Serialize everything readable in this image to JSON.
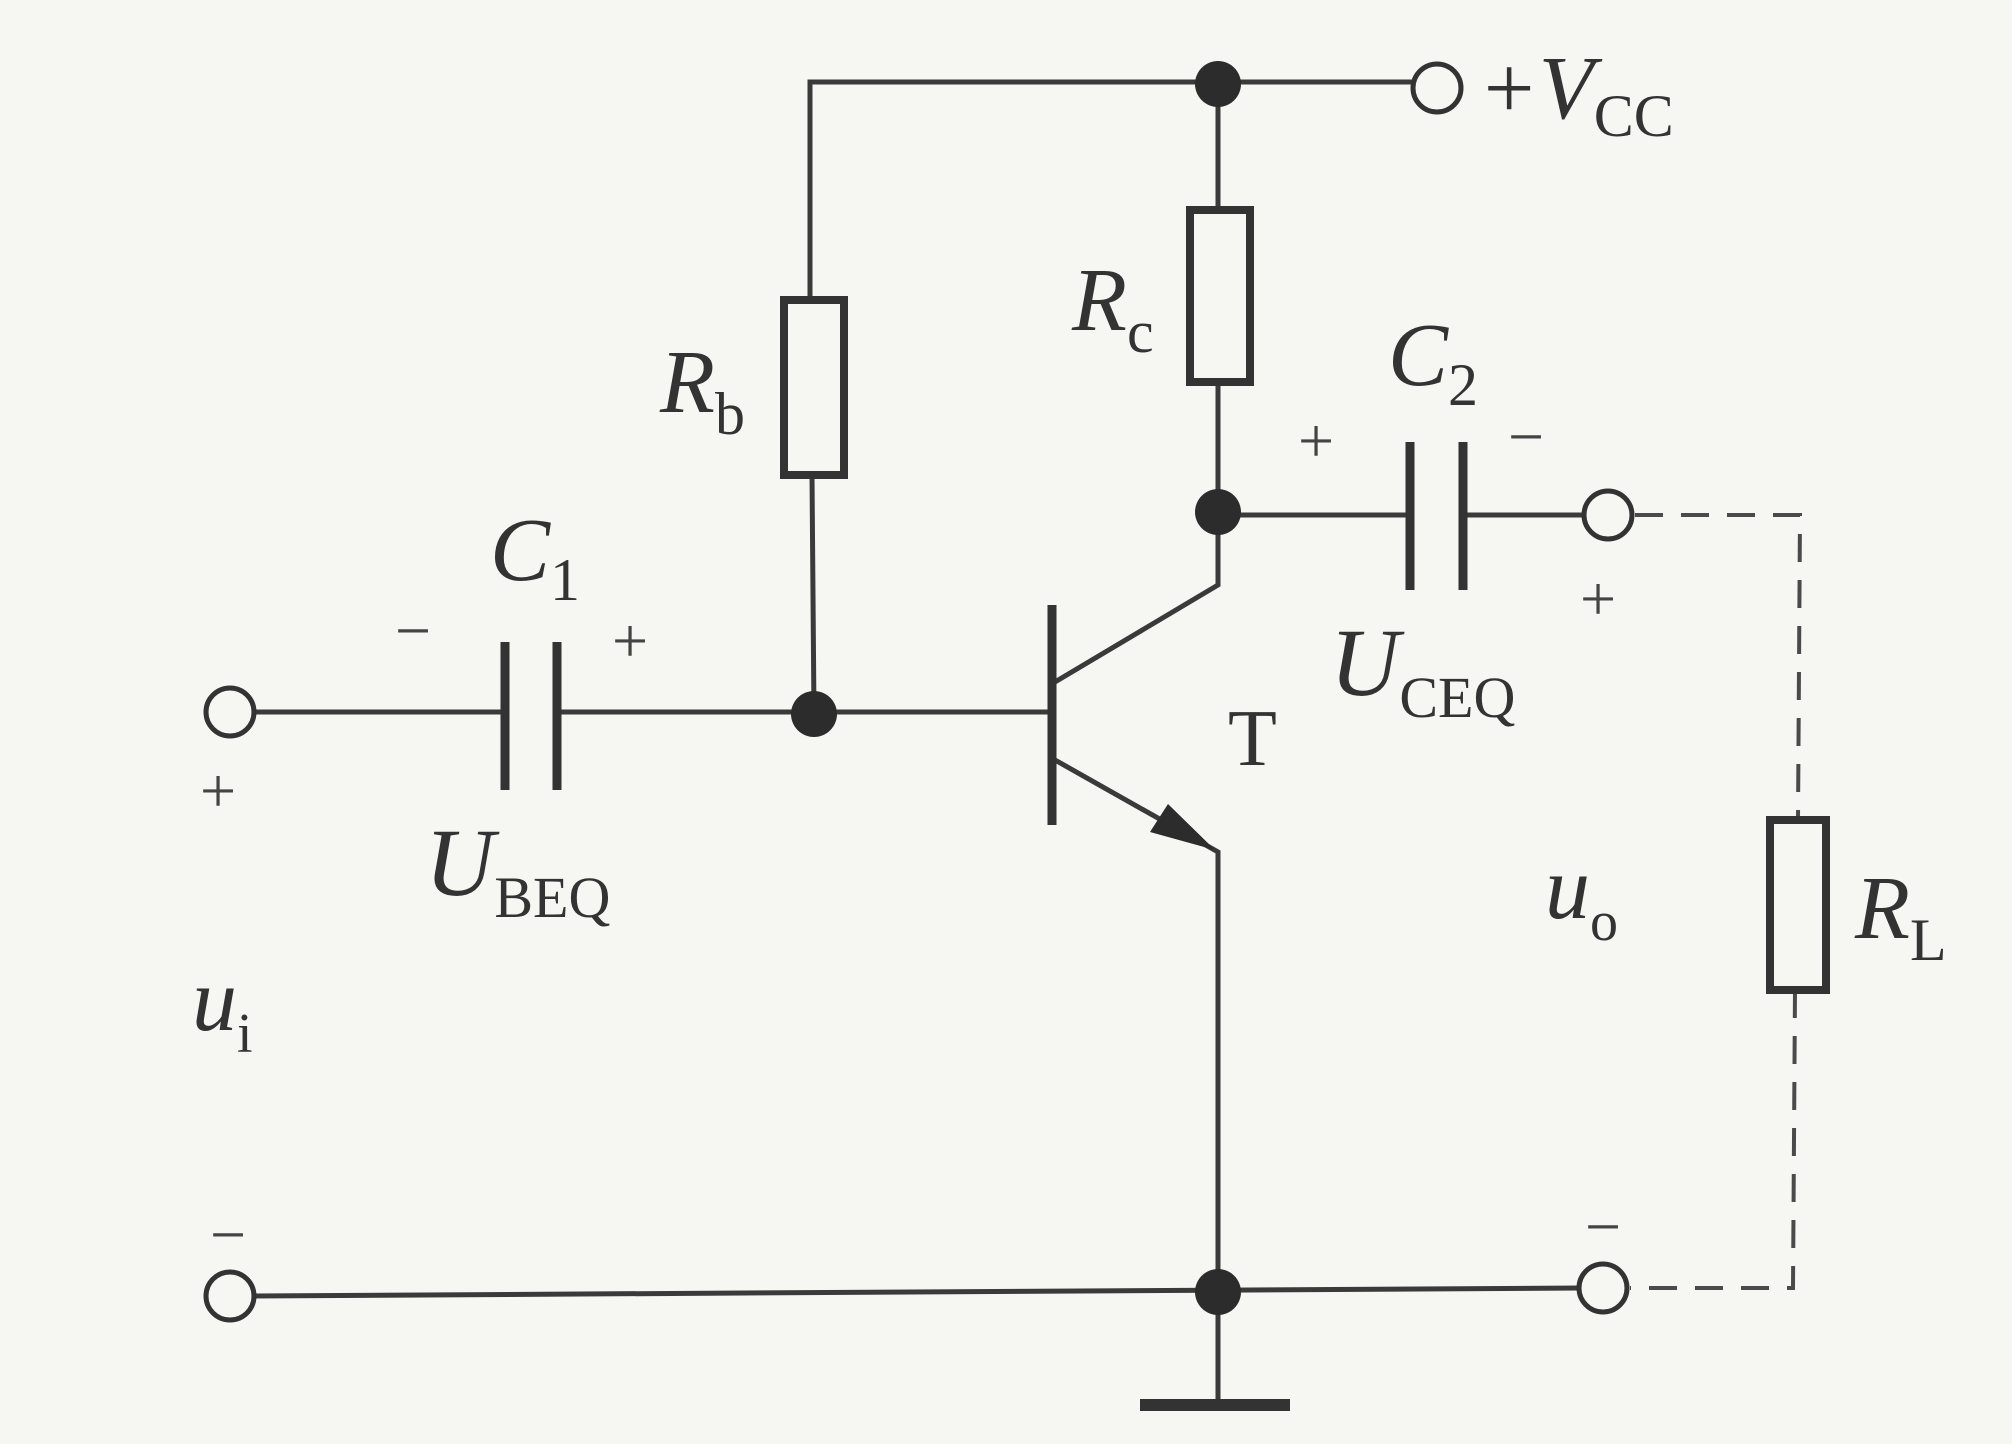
{
  "labels": {
    "vcc_main": "+V",
    "vcc_sub": "CC",
    "rb_main": "R",
    "rb_sub": "b",
    "rc_main": "R",
    "rc_sub": "c",
    "rl_main": "R",
    "rl_sub": "L",
    "c1_main": "C",
    "c1_sub": "1",
    "c2_main": "C",
    "c2_sub": "2",
    "ubeq_main": "U",
    "ubeq_sub": "BEQ",
    "uceq_main": "U",
    "uceq_sub": "CEQ",
    "ui_main": "u",
    "ui_sub": "i",
    "uo_main": "u",
    "uo_sub": "o",
    "transistor": "T"
  },
  "signs": {
    "c1_left": "−",
    "c1_right": "+",
    "c2_left": "+",
    "c2_right": "−",
    "in_plus": "+",
    "in_minus": "−",
    "out_plus": "+",
    "out_minus": "−"
  }
}
